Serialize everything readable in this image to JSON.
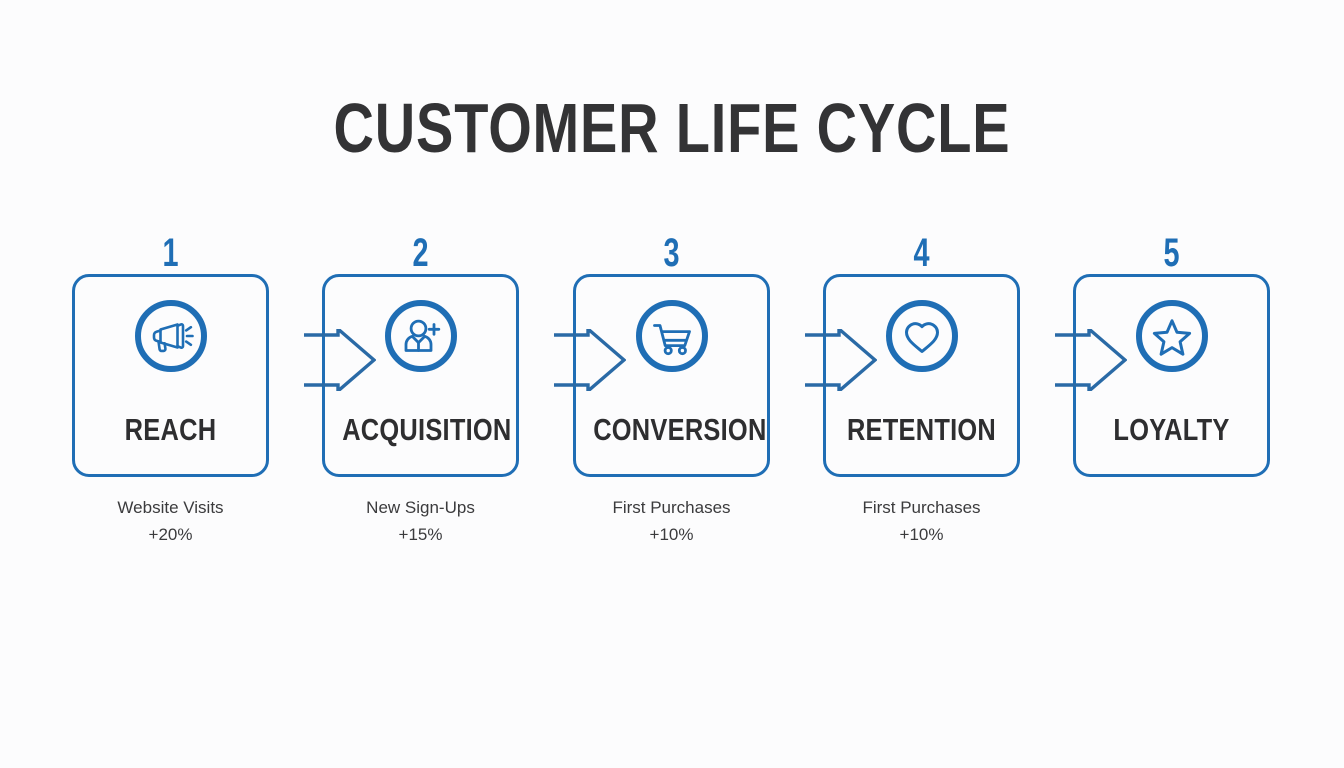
{
  "title": "CUSTOMER LIFE CYCLE",
  "colors": {
    "accent_blue": "#1f6eb5",
    "title_dark": "#333335",
    "label_dark": "#2e2e30",
    "caption_gray": "#3b3b3d",
    "background": "#fcfcfd"
  },
  "stages": [
    {
      "number": "1",
      "label": "REACH",
      "icon": "megaphone-icon",
      "metric": "Website Visits",
      "delta": "+20%"
    },
    {
      "number": "2",
      "label": "ACQUISITION",
      "icon": "add-user-icon",
      "metric": "New Sign-Ups",
      "delta": "+15%"
    },
    {
      "number": "3",
      "label": "CONVERSION",
      "icon": "shopping-cart-icon",
      "metric": "First Purchases",
      "delta": "+10%"
    },
    {
      "number": "4",
      "label": "RETENTION",
      "icon": "heart-icon",
      "metric": "First Purchases",
      "delta": "+10%"
    },
    {
      "number": "5",
      "label": "LOYALTY",
      "icon": "star-icon",
      "metric": "",
      "delta": ""
    }
  ],
  "connectors": [
    {
      "name": "arrow-reach-to-acquisition"
    },
    {
      "name": "arrow-acquisition-to-conversion"
    },
    {
      "name": "arrow-conversion-to-retention"
    },
    {
      "name": "arrow-retention-to-loyalty"
    }
  ]
}
